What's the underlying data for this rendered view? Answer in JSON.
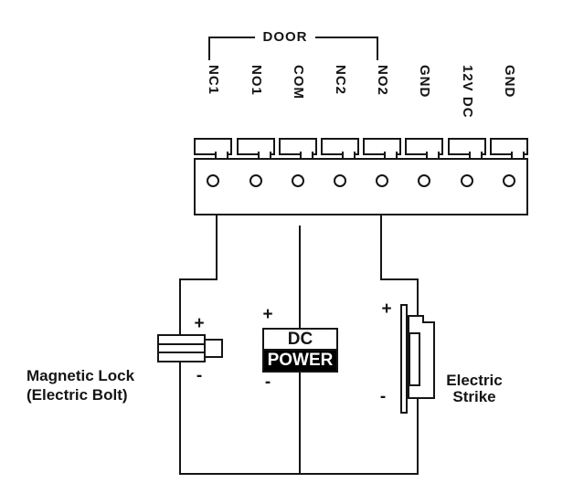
{
  "diagram": {
    "door_group_label": "DOOR",
    "terminal_block": {
      "labels": [
        "NC1",
        "NO1",
        "COM",
        "NC2",
        "NO2",
        "GND",
        "12V DC",
        "GND"
      ],
      "terminal_count": 8
    },
    "components": {
      "magnetic_lock": {
        "label_line1": "Magnetic Lock",
        "label_line2": "(Electric Bolt)",
        "plus": "+",
        "minus": "-"
      },
      "dc_power": {
        "line1": "DC",
        "line2": "POWER",
        "plus": "+",
        "minus": "-"
      },
      "electric_strike": {
        "label_line1": "Electric",
        "label_line2": "Strike",
        "plus": "+",
        "minus": "-"
      }
    },
    "colors": {
      "line": "#151515",
      "background": "#ffffff",
      "power_block_bg": "#000000",
      "power_block_text": "#ffffff"
    }
  }
}
